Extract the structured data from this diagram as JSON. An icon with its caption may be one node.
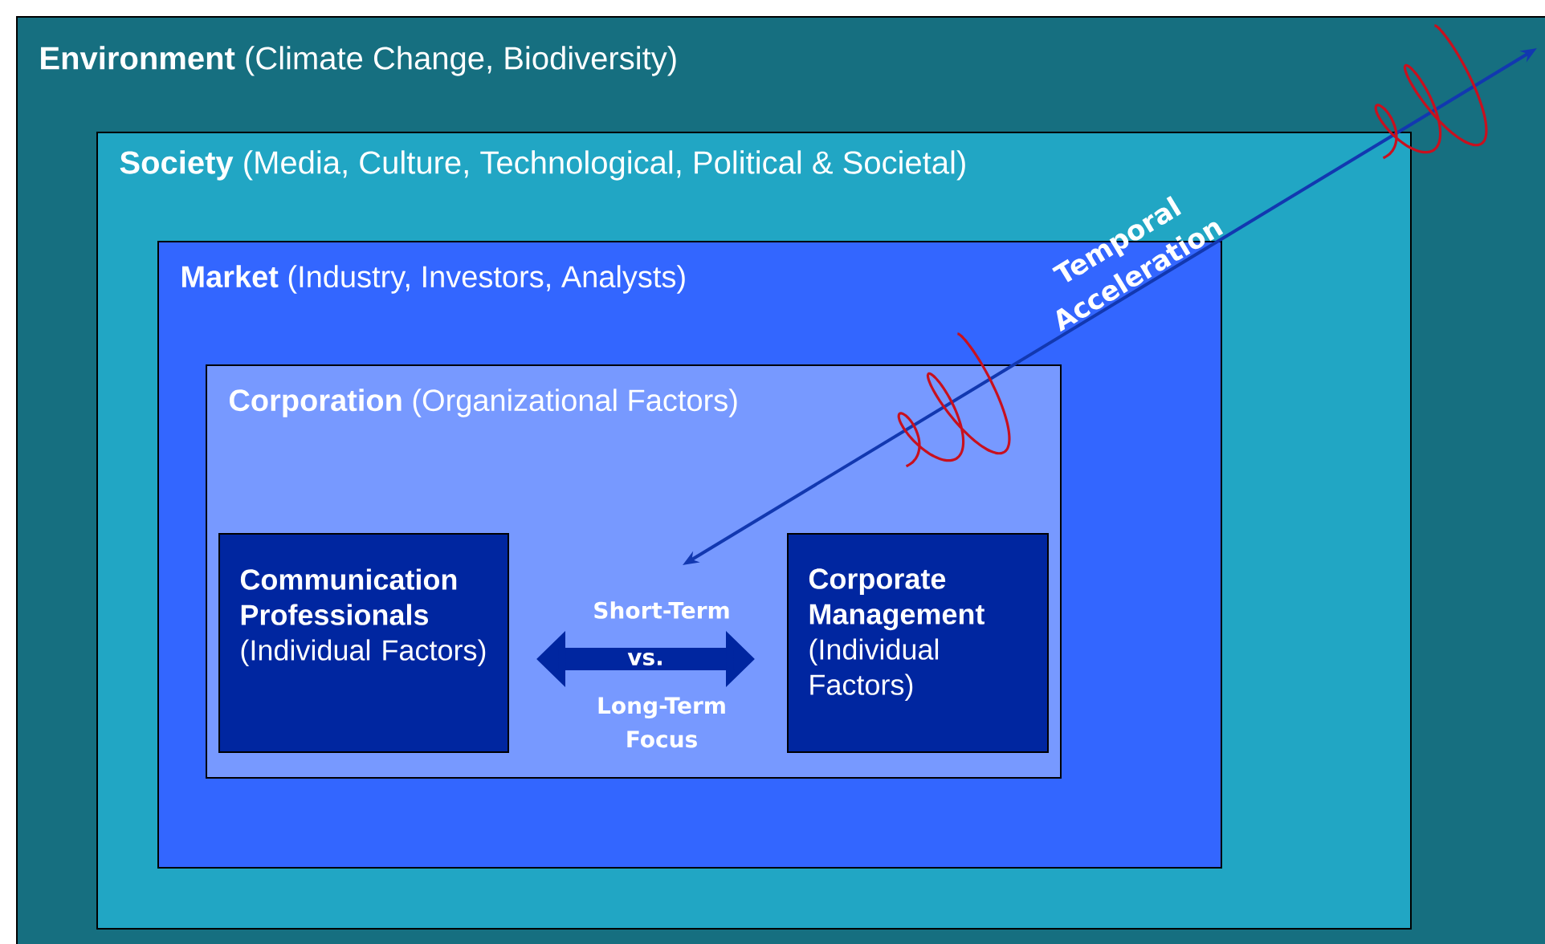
{
  "diagram": {
    "nodes": [
      {
        "text": [
          "**Environment** (Climate Change, Biodiversity)"
        ]
      },
      {
        "text": [
          "**Society** (Media, Culture, Technological, Political & Societal)"
        ],
        "in": 0
      },
      {
        "text": [
          "**Market** (Industry, Investors, Analysts)"
        ],
        "in": 1
      },
      {
        "text": [
          "**Corporation** (Organizational Factors)"
        ],
        "in": 2
      },
      {
        "text": [
          "Communication Professionals",
          "(Individual Factors)"
        ],
        "in": 3
      },
      {
        "text": [
          "Corporate Management",
          "(Individual Factors)"
        ],
        "in": 3
      }
    ],
    "edges": [
      {
        "from": 4,
        "to": 5,
        "arrow": "both",
        "label": "vs."
      }
    ],
    "labels": [
      "Short-Term",
      "Long-Term Focus",
      "Temporal Acceleration"
    ]
  }
}
